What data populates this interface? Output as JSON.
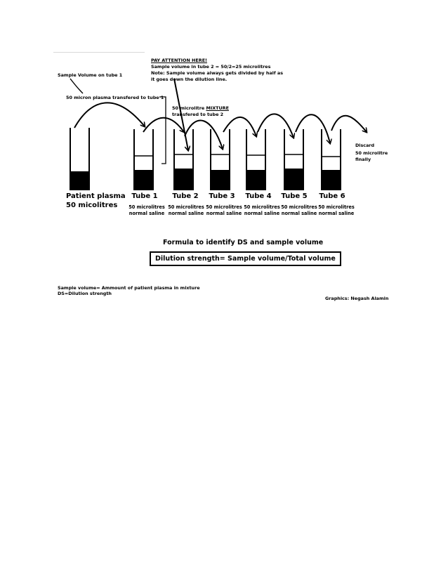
{
  "attention": {
    "heading": "PAY ATTENTION HERE!",
    "line1": "Sample volume in tube 2 = 50/2=25 microlitres",
    "line2": "Note: Sample volume always gets divided by half as",
    "line3": "it goes down the dilution line."
  },
  "sample_volume_label": "Sample Volume  on tube 1",
  "transfer1_label": "50 micron plasma transfered to tube 1",
  "mixture_label": {
    "prefix": "50 microlitre ",
    "emphasis": "MIXTURE",
    "line2": "transfered to tube 2"
  },
  "discard_label": {
    "line1": "Discard",
    "line2": "50 microlitre",
    "line3": "finally"
  },
  "patient": {
    "line1": "Patient plasma",
    "line2": "50 micolitres"
  },
  "tubes": [
    {
      "label": "Tube 1",
      "line1": "50 microlitres",
      "line2": "normal saline"
    },
    {
      "label": "Tube 2",
      "line1": "50 microlitres",
      "line2": "normal saline"
    },
    {
      "label": "Tube 3",
      "line1": "50 microlitres",
      "line2": "normal saline"
    },
    {
      "label": "Tube 4",
      "line1": "50 microlitres",
      "line2": "normal saline"
    },
    {
      "label": "Tube 5",
      "line1": "50 microlitres",
      "line2": "normal saline"
    },
    {
      "label": "Tube 6",
      "line1": "50 microlitres",
      "line2": "normal saline"
    }
  ],
  "formula": {
    "title": "Formula to identify DS and sample volume",
    "equation": "Dilution strength= Sample volume/Total volume"
  },
  "definitions": {
    "line1": "Sample volume= Ammount of patient plasma in mixture",
    "line2": "DS=Dilution strength"
  },
  "credit": "Graphics: Negash Alamin"
}
